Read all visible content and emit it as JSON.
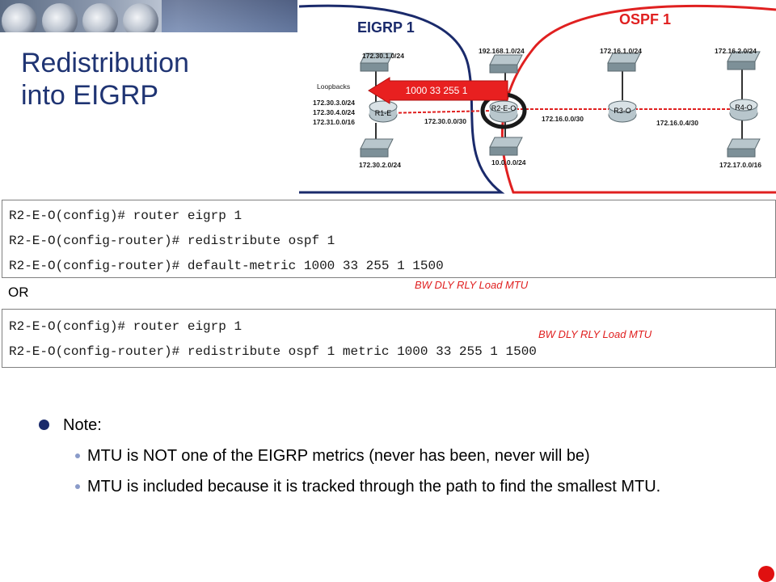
{
  "slide": {
    "title_line1": "Redistribution",
    "title_line2": "into EIGRP"
  },
  "diagram": {
    "eigrp_label": "EIGRP 1",
    "ospf_label": "OSPF 1",
    "arrow_label": "1000 33 255 1",
    "loopbacks_label": "Loopbacks",
    "loopback_nets": [
      "172.30.3.0/24",
      "172.30.4.0/24",
      "172.31.0.0/16"
    ],
    "routers": [
      "R1-E",
      "R2-E-O",
      "R3-O",
      "R4-O"
    ],
    "networks": {
      "r1_top": "172.30.1.0/24",
      "r1_bottom": "172.30.2.0/24",
      "r1_r2_link": "172.30.0.0/30",
      "r2_top": "192.168.1.0/24",
      "r2_bottom": "10.0.0.0/24",
      "r2_r3_link": "172.16.0.0/30",
      "r3_top": "172.16.1.0/24",
      "r3_r4_link": "172.16.0.4/30",
      "r4_top": "172.16.2.0/24",
      "r4_bottom": "172.17.0.0/16"
    },
    "colors": {
      "eigrp": "#1a2a6b",
      "ospf": "#e02020",
      "arrow": "#e82020"
    }
  },
  "config1": {
    "lines": [
      "R2-E-O(config)# router eigrp 1",
      "R2-E-O(config-router)# redistribute ospf 1",
      "R2-E-O(config-router)# default-metric 1000 33 255 1 1500"
    ],
    "metric_labels": "BW  DLY   RLY  Load  MTU"
  },
  "or_label": "OR",
  "config2": {
    "lines": [
      "R2-E-O(config)# router eigrp 1",
      "R2-E-O(config-router)# redistribute ospf 1 metric 1000 33 255 1 1500"
    ],
    "metric_labels": "BW  DLY   RLY  Load  MTU"
  },
  "notes": {
    "heading": "Note:",
    "items": [
      "MTU is NOT one of the EIGRP metrics (never has been, never will be)",
      "MTU is included because it is tracked through the path to find the smallest MTU."
    ]
  }
}
